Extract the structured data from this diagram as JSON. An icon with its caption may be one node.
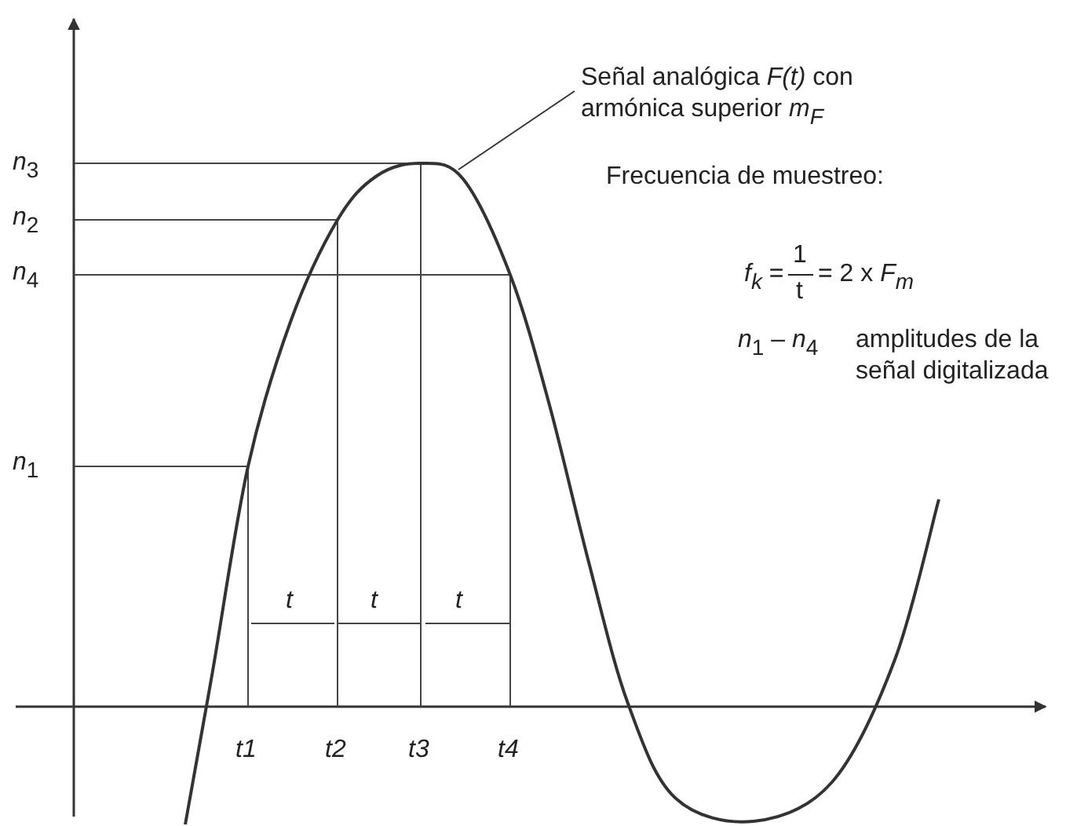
{
  "diagram": {
    "nodes": [
      {
        "text": [
          "Señal analógica *F(t)* con armónica superior *m*$_{F}$"
        ]
      },
      {
        "text": [],
        "shape": "curve"
      }
    ],
    "edges": [
      {
        "from": 0,
        "to": 1,
        "arrow": "none"
      }
    ],
    "labels": [
      "*n*$_{3}$",
      "*n*$_{2}$",
      "*n*$_{4}$",
      "Frecuencia de muestreo:",
      "*f*$_{k}$ =",
      "1",
      "t",
      "= 2 x *F*$_{m}$",
      "*n*$_{1}$ – *n*$_{4}$",
      "amplitudes de la señal digitalizada",
      "*n*$_{1}$",
      "t",
      "t",
      "t",
      "t1",
      "t2",
      "t3",
      "t4"
    ]
  }
}
